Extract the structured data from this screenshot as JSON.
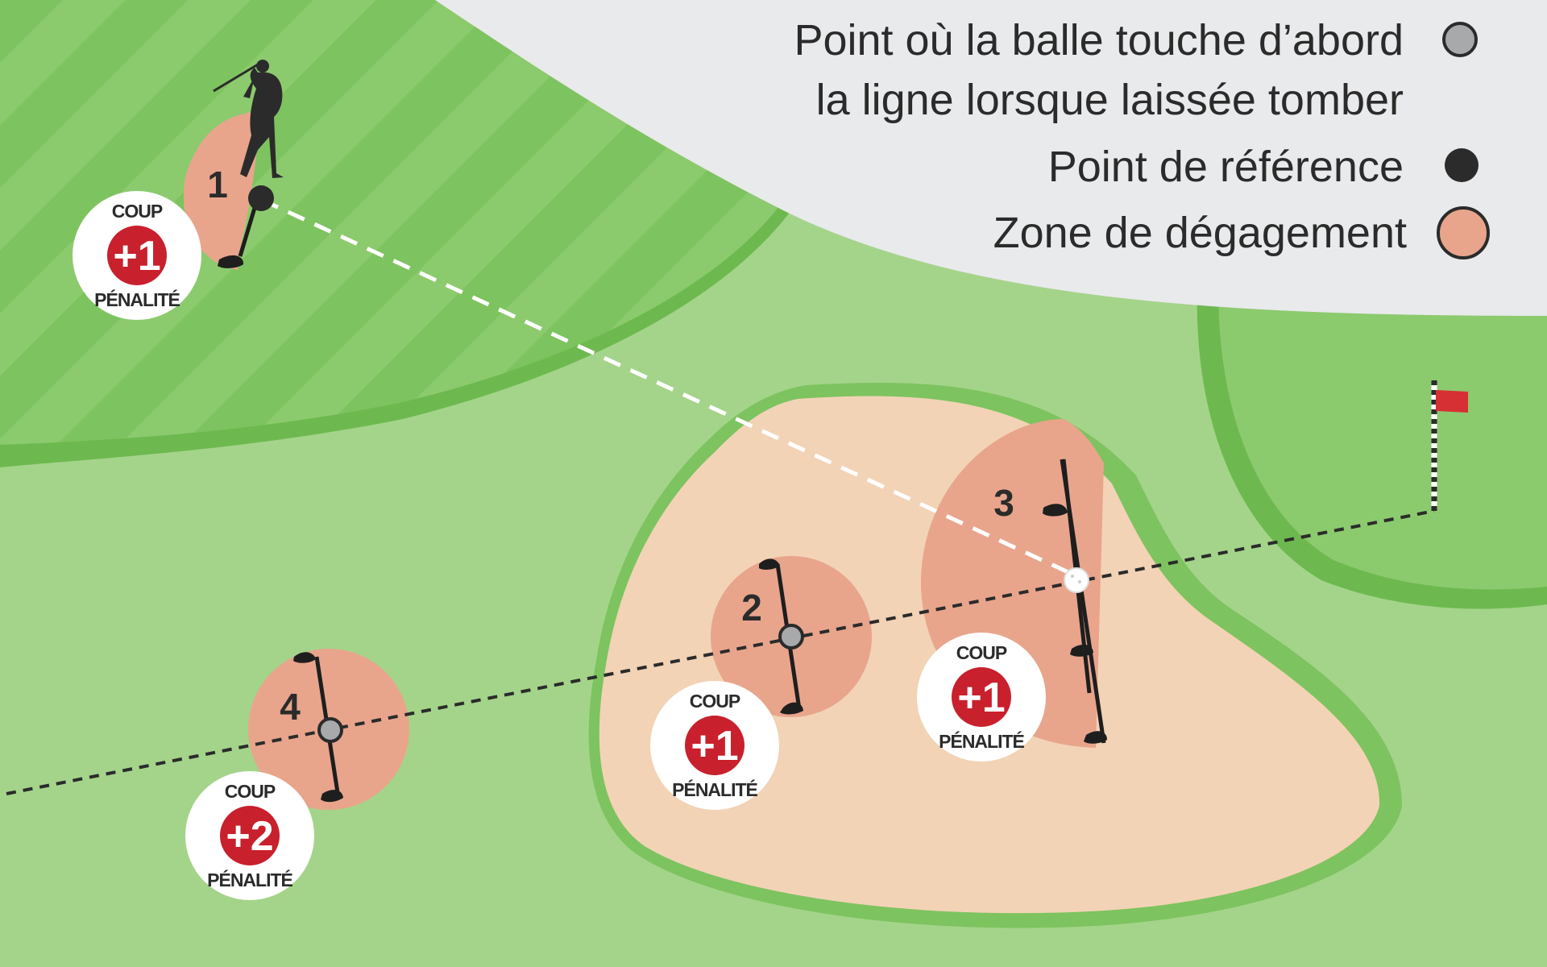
{
  "legend": {
    "first_touch_line1": "Point où la balle touche d’abord",
    "first_touch_line2": "la ligne lorsque laissée tomber",
    "reference_point": "Point de référence",
    "relief_area": "Zone de dégagement"
  },
  "zones": [
    {
      "number": "1"
    },
    {
      "number": "2"
    },
    {
      "number": "3"
    },
    {
      "number": "4"
    }
  ],
  "badges": [
    {
      "top": "COUP",
      "value": "+1",
      "bottom": "PÉNALITÉ"
    },
    {
      "top": "COUP",
      "value": "+1",
      "bottom": "PÉNALITÉ"
    },
    {
      "top": "COUP",
      "value": "+1",
      "bottom": "PÉNALITÉ"
    },
    {
      "top": "COUP",
      "value": "+2",
      "bottom": "PÉNALITÉ"
    }
  ],
  "colors": {
    "rough": "#a4d48a",
    "fairway_dark": "#7dc35f",
    "fairway_light": "#8cca6e",
    "green_edge": "#6db94f",
    "bunker": "#f2d3b6",
    "relief_zone": "#e8a58c",
    "penalty_red": "#c8202c",
    "legend_bg": "#e9eaec",
    "reference_point": "#2b2b2b",
    "first_touch_point": "#a8a9ab"
  },
  "icons": [
    "golfer-silhouette-icon",
    "flag-icon",
    "golf-ball-icon",
    "club-length-icon"
  ]
}
